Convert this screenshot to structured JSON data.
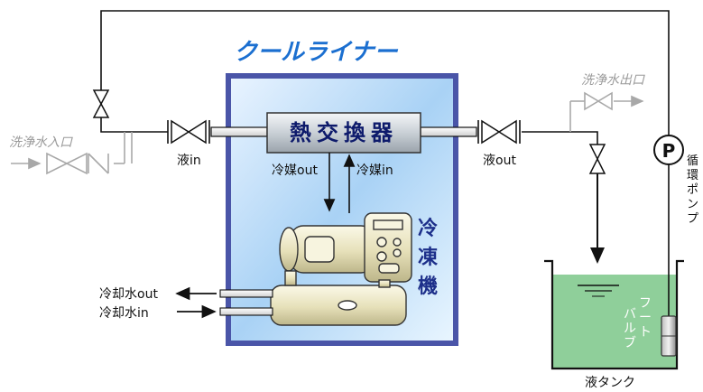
{
  "title": "クールライナー",
  "heat_exchanger": "熱交換器",
  "refrigerator": [
    "冷",
    "凍",
    "機"
  ],
  "labels": {
    "wash_inlet": "洗浄水入口",
    "wash_outlet": "洗浄水出口",
    "liquid_in": "液in",
    "liquid_out": "液out",
    "refrigerant_out": "冷媒out",
    "refrigerant_in": "冷媒in",
    "coolant_out": "冷却水out",
    "coolant_in": "冷却水in",
    "tank": "液タンク",
    "pump_symbol": "P"
  },
  "pump_label": [
    "循",
    "環",
    "ポ",
    "ン",
    "プ"
  ],
  "foot_valve_label": {
    "col1": [
      "フ",
      "ー",
      "ト"
    ],
    "col2": [
      "バ",
      "ル",
      "ブ"
    ]
  },
  "colors": {
    "title": "#1b6fd0",
    "frame": "#4a55a8",
    "tank_liquid": "#8fcf9a",
    "machine": "#e9e4c0",
    "hx": "#c8d0d8"
  }
}
